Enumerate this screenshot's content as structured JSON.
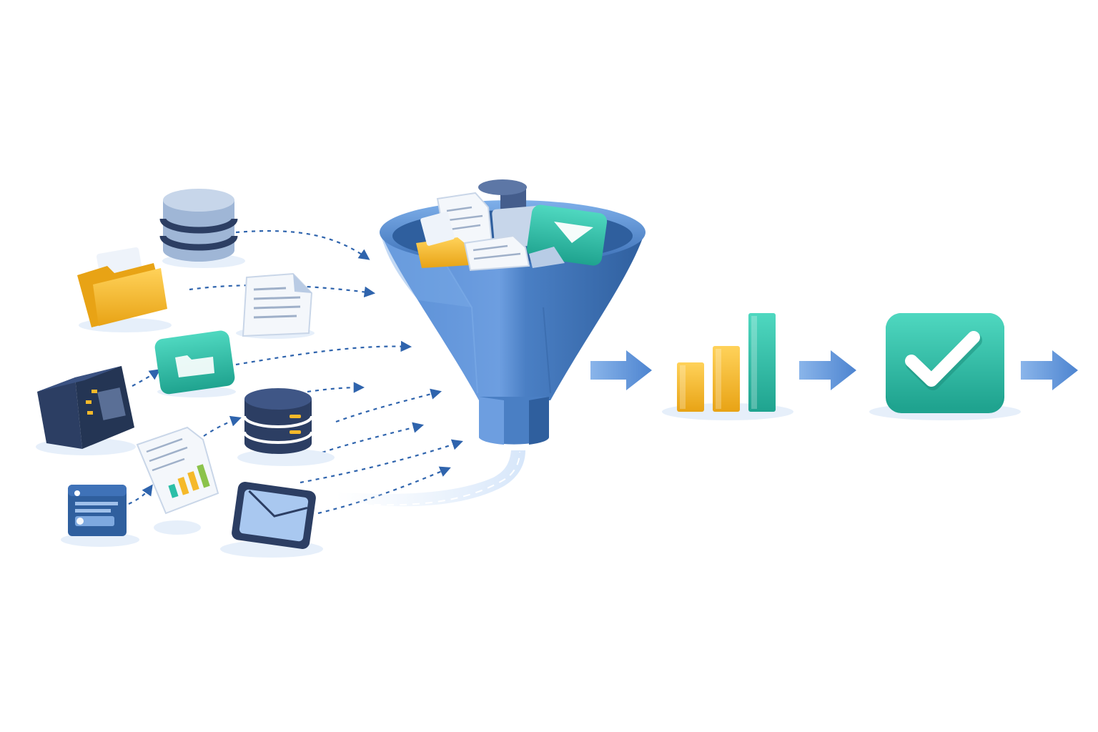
{
  "diagram": {
    "type": "data-funnel-pipeline",
    "colors": {
      "funnel": "#4a7fc4",
      "funnel_dark": "#2f5f9e",
      "arrow": "#5b8fd6",
      "teal": "#2bbfa8",
      "yellow": "#f5b92a",
      "navy": "#2c3e63",
      "flow_line": "#2f64ad"
    },
    "sources": [
      {
        "id": "database-light",
        "icon": "database-icon"
      },
      {
        "id": "folder",
        "icon": "folder-icon"
      },
      {
        "id": "document",
        "icon": "document-icon"
      },
      {
        "id": "teal-card",
        "icon": "teal-folder-card-icon"
      },
      {
        "id": "server",
        "icon": "server-icon"
      },
      {
        "id": "database-dark",
        "icon": "database-icon"
      },
      {
        "id": "report",
        "icon": "report-chart-icon"
      },
      {
        "id": "id-card",
        "icon": "id-card-icon"
      },
      {
        "id": "email",
        "icon": "email-icon"
      }
    ],
    "funnel_contents": [
      "document-icon",
      "database-icon",
      "email-icon",
      "folder-icon"
    ],
    "outputs": [
      {
        "id": "bar-chart",
        "icon": "bar-chart-icon",
        "bars": [
          3,
          4,
          6
        ]
      },
      {
        "id": "checkmark",
        "icon": "checkmark-icon"
      }
    ],
    "output_arrows": 3
  }
}
